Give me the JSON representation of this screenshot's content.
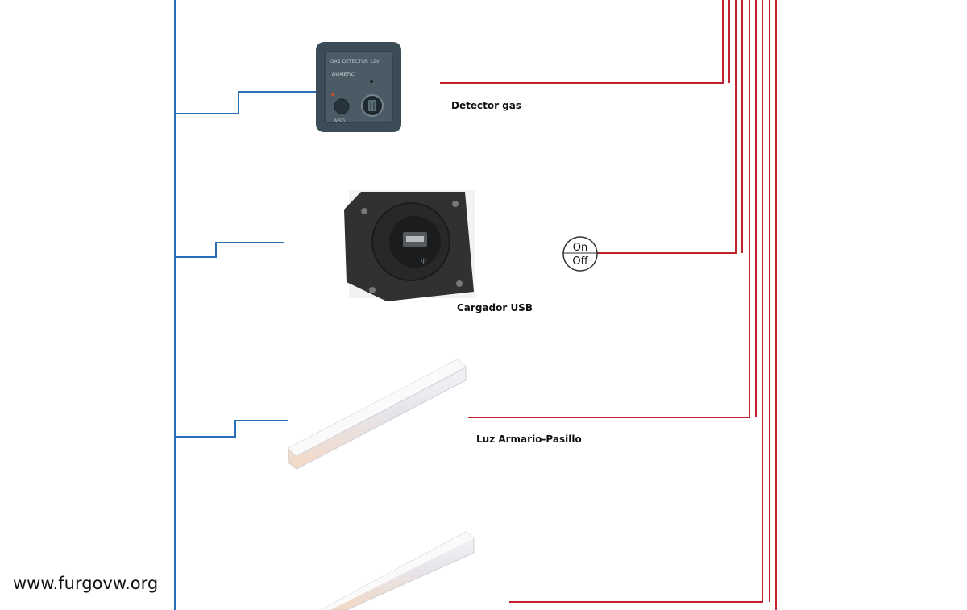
{
  "components": {
    "gas_detector": {
      "label": "Detector gas",
      "panel_text": "GAS DETECTOR  12V",
      "brand": "DOMETIC",
      "button_text": "MSG"
    },
    "usb_charger": {
      "label": "Cargador USB",
      "switch_on": "On",
      "switch_off": "Off"
    },
    "light": {
      "label": "Luz Armario-Pasillo"
    }
  },
  "watermark": "www.furgovw.org",
  "colors": {
    "negative_wire": "#2a6fb5",
    "positive_wire": "#c0232b",
    "panel": "#3b4c56"
  },
  "icons": [
    "gas-detector-icon",
    "usb-socket-icon",
    "on-off-switch-icon",
    "led-tube-light-icon",
    "led-tube-light-icon"
  ]
}
